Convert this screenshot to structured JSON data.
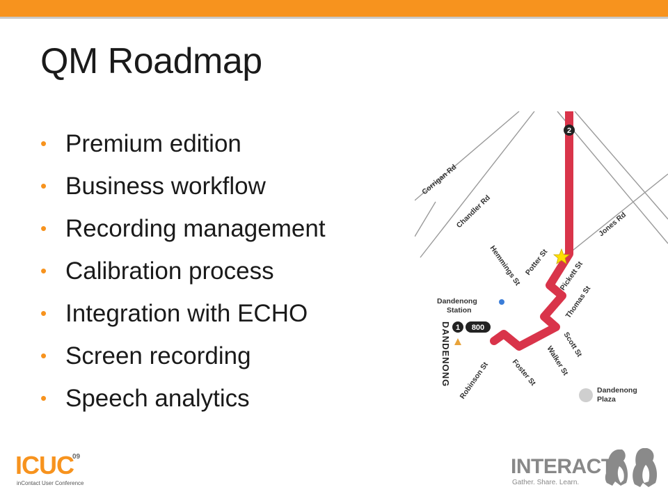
{
  "slide": {
    "title": "QM Roadmap",
    "bullets": [
      "Premium edition",
      "Business workflow",
      "Recording management",
      "Calibration process",
      "Integration with ECHO",
      "Screen recording",
      "Speech analytics"
    ]
  },
  "map": {
    "streets": {
      "corrigan": "Corrigan Rd",
      "chandler": "Chandler Rd",
      "jones": "Jones Rd",
      "potter": "Potter St",
      "hemmings": "Hemmings St",
      "pickett": "Pickett St",
      "thomas": "Thomas St",
      "scott": "Scott St",
      "walker": "Walker St",
      "foster": "Foster St",
      "robinson": "Robinson St"
    },
    "places": {
      "station": "Dandenong\nStation",
      "suburb": "DANDENONG",
      "plaza": "Dandenong\nPlaza"
    },
    "route_badges": {
      "route_2": "2",
      "route_1": "1",
      "route_800": "800"
    },
    "colors": {
      "route": "#d9344a",
      "road": "#9a9a9a",
      "star": "#ffe000"
    }
  },
  "footer": {
    "left_logo": {
      "name": "ICUC",
      "year": "09",
      "tagline": "inContact User Conference"
    },
    "right_logo": {
      "name": "INTERACT",
      "tagline": "Gather. Share. Learn."
    }
  },
  "theme": {
    "accent": "#f7931e"
  }
}
